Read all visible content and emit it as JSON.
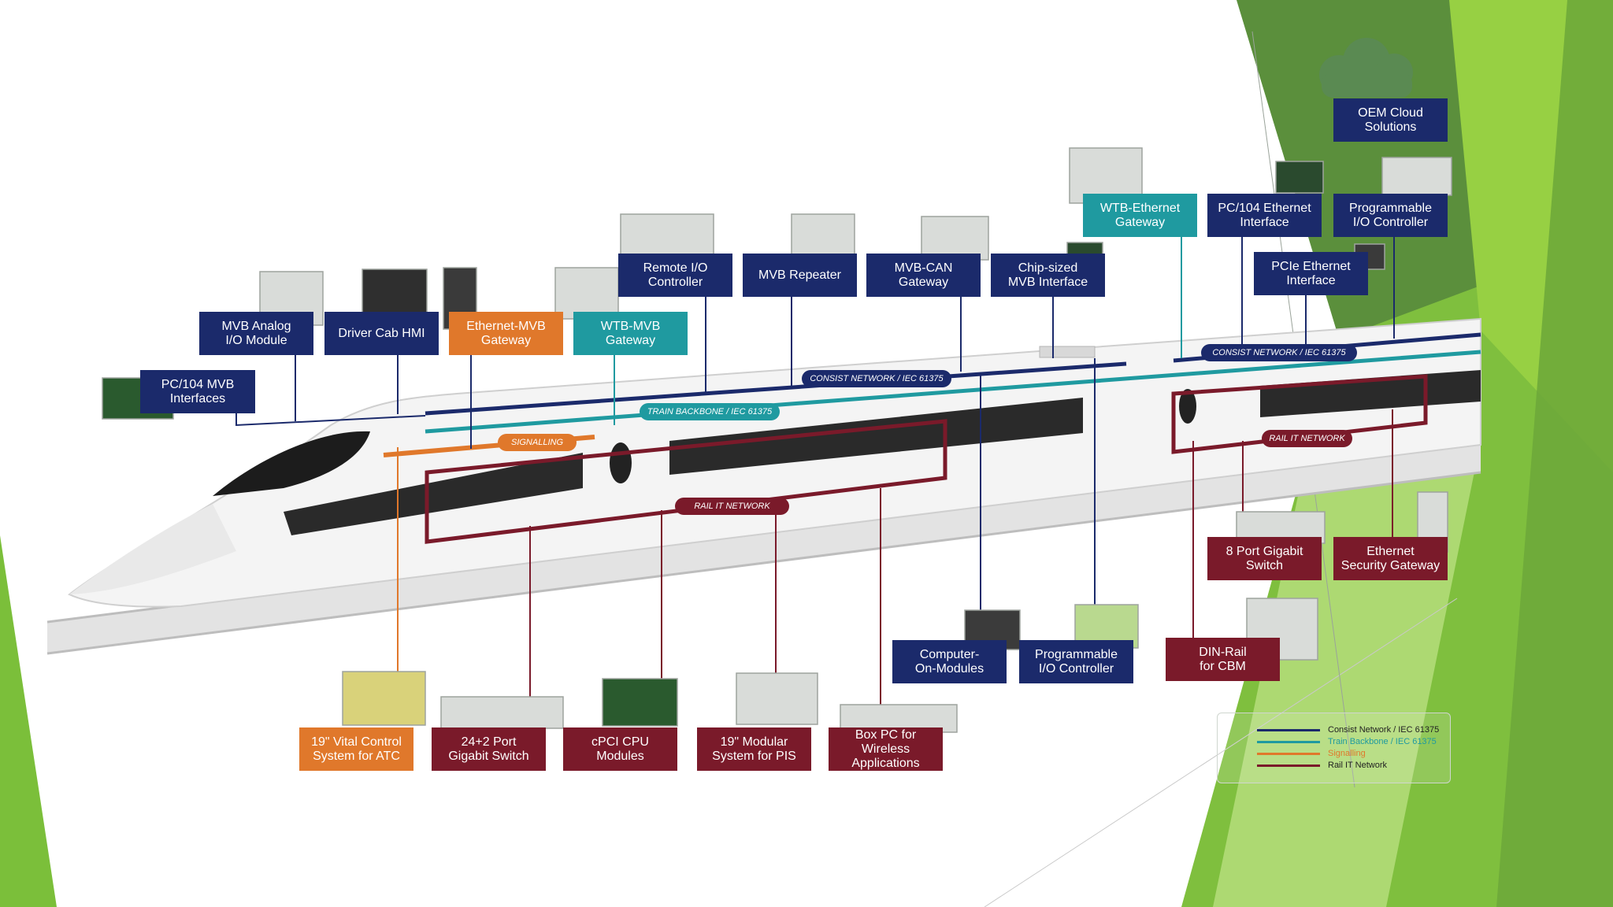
{
  "components": {
    "oem_cloud": "OEM Cloud\nSolutions",
    "pc104_mvb": "PC/104 MVB\nInterfaces",
    "mvb_analog": "MVB Analog\nI/O Module",
    "driver_cab": "Driver Cab HMI",
    "eth_mvb": "Ethernet-MVB\nGateway",
    "wtb_mvb": "WTB-MVB\nGateway",
    "remote_io": "Remote I/O\nController",
    "mvb_repeater": "MVB Repeater",
    "mvb_can": "MVB-CAN\nGateway",
    "chip_mvb": "Chip-sized\nMVB Interface",
    "wtb_eth": "WTB-Ethernet\nGateway",
    "pc104_eth": "PC/104 Ethernet\nInterface",
    "prog_io_top": "Programmable\nI/O Controller",
    "pcie_eth": "PCIe Ethernet\nInterface",
    "gig8": "8 Port Gigabit\nSwitch",
    "eth_sec": "Ethernet\nSecurity Gateway",
    "com": "Computer-\nOn-Modules",
    "prog_io_bottom": "Programmable\nI/O Controller",
    "dinrail": "DIN-Rail\nfor CBM",
    "vital19": "19\" Vital Control\nSystem for ATC",
    "gig24": "24+2 Port\nGigabit Switch",
    "cpci": "cPCI CPU\nModules",
    "modular19": "19\" Modular\nSystem for PIS",
    "boxpc": "Box PC for\nWireless Applications"
  },
  "network_labels": {
    "consist_front": "CONSIST NETWORK / IEC 61375",
    "consist_rear": "CONSIST NETWORK / IEC 61375",
    "backbone": "TRAIN BACKBONE / IEC 61375",
    "signalling": "SIGNALLING",
    "rail_it_front": "RAIL IT NETWORK",
    "rail_it_rear": "RAIL IT NETWORK"
  },
  "legend": [
    {
      "label": "Consist Network / IEC 61375",
      "color": "#1b2a6b"
    },
    {
      "label": "Train Backbone / IEC 61375",
      "color": "#1f9aa0"
    },
    {
      "label": "Signalling",
      "color": "#e0782b"
    },
    {
      "label": "Rail IT Network",
      "color": "#7a1a2a"
    }
  ],
  "colors": {
    "consist": "#1b2a6b",
    "backbone": "#1f9aa0",
    "signalling": "#e0782b",
    "railit": "#7a1a2a",
    "green_dark": "#5a8f3a",
    "green_light": "#8cc63f"
  }
}
